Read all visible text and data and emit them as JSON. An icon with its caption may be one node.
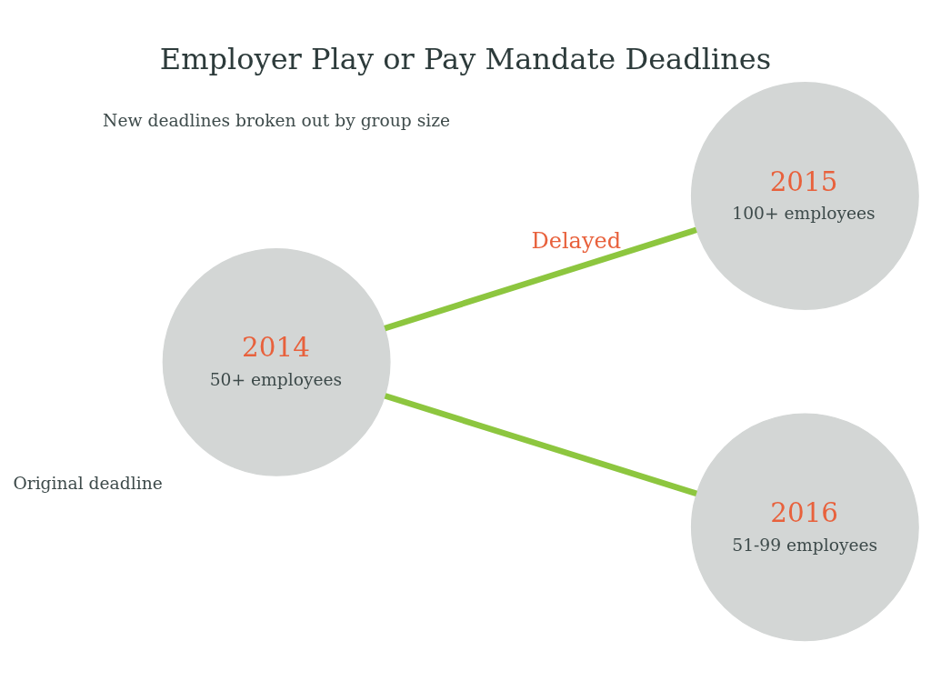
{
  "diagram": {
    "title": "Employer Play or Pay Mandate Deadlines",
    "nodes": [
      {
        "text": [
          "2014",
          "50+ employees"
        ],
        "beside": [
          "Original deadline"
        ]
      },
      {
        "text": [
          "2015",
          "100+ employees"
        ]
      },
      {
        "text": [
          "2016",
          "51-99 employees"
        ]
      }
    ],
    "edges": [
      {
        "from": 0,
        "to": 1,
        "arrow": "none",
        "label": "Delayed"
      },
      {
        "from": 0,
        "to": 2,
        "arrow": "none"
      }
    ],
    "labels": [
      "New deadlines broken out by group size"
    ]
  }
}
